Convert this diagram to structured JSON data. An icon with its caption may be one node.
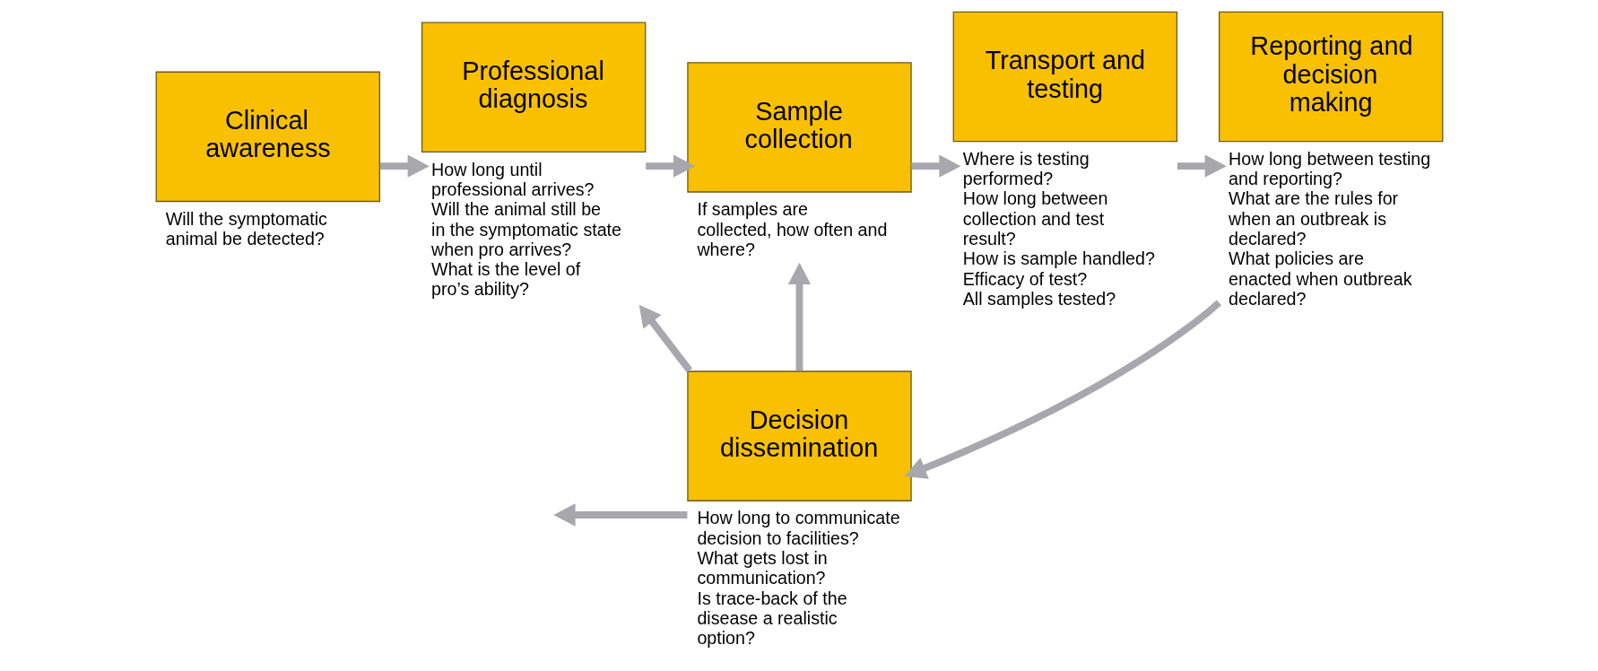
{
  "diagram": {
    "nodes": [
      {
        "text": [
          "Clinical awareness"
        ],
        "beside": [
          "Will the symptomatic animal be detected?"
        ]
      },
      {
        "text": [
          "Professional diagnosis"
        ],
        "beside": [
          "How long until professional arrives?",
          "Will the animal still be in the symptomatic state when pro arrives?",
          "What is the level of pro’s ability?"
        ]
      },
      {
        "text": [
          "Sample collection"
        ],
        "beside": [
          "If samples are collected, how often and where?"
        ]
      },
      {
        "text": [
          "Transport and testing"
        ],
        "beside": [
          "Where is testing performed?",
          "How long between collection and test result?",
          "How is sample handled?",
          "Efficacy of test?",
          "All samples tested?"
        ]
      },
      {
        "text": [
          "Reporting and decision making"
        ],
        "beside": [
          "How long between testing and reporting?",
          "What are the rules for when an outbreak is declared?",
          "What policies are enacted when outbreak declared?"
        ]
      },
      {
        "text": [
          "Decision dissemination"
        ],
        "beside": [
          "How long to communicate decision to facilities?",
          "What gets lost in communication?",
          "Is trace-back of the disease a realistic option?"
        ]
      }
    ],
    "edges": [
      {
        "from": 0,
        "to": 1,
        "arrow": "to"
      },
      {
        "from": 1,
        "to": 2,
        "arrow": "to"
      },
      {
        "from": 2,
        "to": 3,
        "arrow": "to"
      },
      {
        "from": 3,
        "to": 4,
        "arrow": "to"
      },
      {
        "from": 4,
        "to": 5,
        "arrow": "to"
      },
      {
        "from": 5,
        "to": null,
        "arrow": "to"
      },
      {
        "from": 5,
        "to": 1,
        "arrow": "to"
      },
      {
        "from": 5,
        "to": 2,
        "arrow": "to"
      }
    ]
  }
}
